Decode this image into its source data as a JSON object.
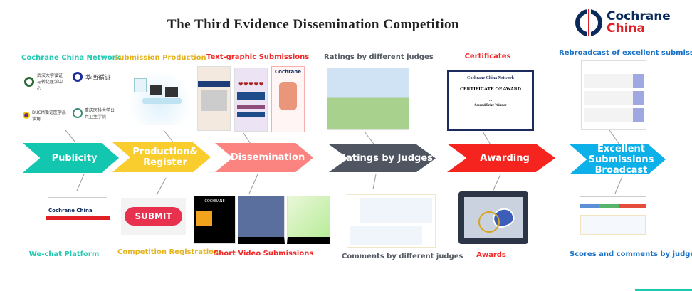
{
  "title": "The Third Evidence Dissemination Competition",
  "logo": {
    "line1": "Cochrane",
    "line2": "China"
  },
  "stages": [
    {
      "label": "Publicity",
      "color": "#12c6b0",
      "top_caption": "Cochrane China Network",
      "bottom_caption": "We-chat Platform"
    },
    {
      "label": "Production& Register",
      "color": "#f9cd2e",
      "top_caption": "Submission Production",
      "bottom_caption": "Competition Registration"
    },
    {
      "label": "Dissemination",
      "color": "#fb8480",
      "top_caption": "Text-graphic Submissions",
      "bottom_caption": "Short Video Submissions"
    },
    {
      "label": "Ratings by Judges",
      "color": "#4f5662",
      "top_caption": "Ratings by different judges",
      "bottom_caption": "Comments by different judges"
    },
    {
      "label": "Awarding",
      "color": "#f5241f",
      "top_caption": "Certificates",
      "bottom_caption": "Awards"
    },
    {
      "label": "Excellent Submissions Broadcast",
      "color": "#0eb0ea",
      "top_caption": "Rebroadcast of excellent submissions",
      "bottom_caption": "Scores and comments by judges"
    }
  ],
  "caption_colors": {
    "teal": "#1ec9b1",
    "yellow": "#e4b420",
    "red": "#f22a2a",
    "gray": "#555b64",
    "blue": "#1a72c6"
  },
  "thumbs": {
    "network_logos": [
      "武汉大学循证与转化医学中心",
      "华西循证",
      "BUCM循证医学晨读角",
      "重庆医科大学公共卫生学院"
    ],
    "submit_button": "SUBMIT",
    "wechat_brand": "Cochrane China",
    "text_graphic_brand": "Cochrane",
    "certificate": {
      "org": "Cochrane China Network",
      "heading": "CERTIFICATE OF AWARD",
      "prize": "Second Prize Winner"
    },
    "video_brand": "COCHRANE"
  }
}
